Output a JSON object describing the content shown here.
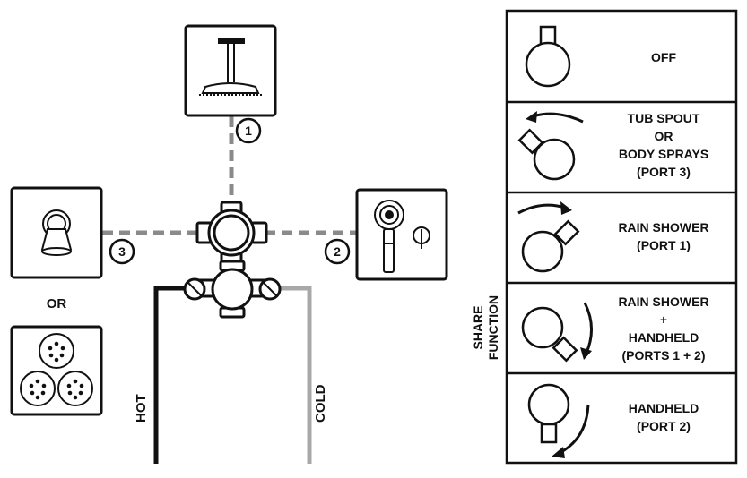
{
  "port_labels": [
    "1",
    "2",
    "3"
  ],
  "or_label": "OR",
  "hot_label": "HOT",
  "cold_label": "COLD",
  "share_function": [
    "SHARE",
    "FUNCTION"
  ],
  "legend": [
    {
      "lines": [
        "OFF"
      ]
    },
    {
      "lines": [
        "TUB SPOUT",
        "OR",
        "BODY SPRAYS",
        "(PORT 3)"
      ]
    },
    {
      "lines": [
        "RAIN SHOWER",
        "(PORT 1)"
      ]
    },
    {
      "lines": [
        "RAIN SHOWER",
        "+",
        "HANDHELD",
        "(PORTS 1 + 2)"
      ]
    },
    {
      "lines": [
        "HANDHELD",
        "(PORT 2)"
      ]
    }
  ],
  "colors": {
    "ink": "#111111",
    "dash_gray": "#8a8a8a",
    "cold_pipe": "#a8a8a8",
    "hot_pipe": "#111111"
  }
}
